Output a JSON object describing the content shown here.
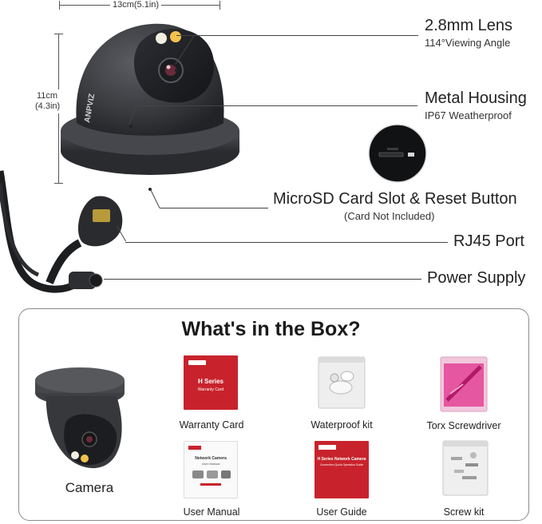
{
  "dimensions": {
    "width_label": "13cm(5.1in)",
    "height_label_cm": "11cm",
    "height_label_in": "(4.3in)"
  },
  "features": [
    {
      "title": "2.8mm Lens",
      "subtitle": "114°Viewing Angle"
    },
    {
      "title": "Metal Housing",
      "subtitle": "IP67 Weatherproof"
    },
    {
      "title": "MicroSD Card Slot & Reset Button",
      "subtitle": "(Card Not Included)"
    },
    {
      "title": "RJ45 Port",
      "subtitle": ""
    },
    {
      "title": "Power Supply",
      "subtitle": ""
    }
  ],
  "box": {
    "title": "What's in the Box?",
    "camera_label": "Camera",
    "items": [
      {
        "label": "Warranty Card",
        "icon": "warranty-card",
        "print_title": "H Series",
        "print_sub": "Warranty Card"
      },
      {
        "label": "Waterproof kit",
        "icon": "waterproof-kit-bag"
      },
      {
        "label": "Torx Screwdriver",
        "icon": "torx-screwdriver-bag"
      },
      {
        "label": "User Manual",
        "icon": "user-manual",
        "print_title": "Network Camera",
        "print_sub": "User Manual"
      },
      {
        "label": "User Guide",
        "icon": "user-guide",
        "print_title": "H Series Network Camera",
        "print_sub": "Connection Quick Operation Guide"
      },
      {
        "label": "Screw kit",
        "icon": "screw-kit-bag"
      }
    ]
  },
  "colors": {
    "camera_body": "#3b3d41",
    "camera_dark": "#26282b",
    "brand_red": "#c8232c",
    "bag_pink": "#e0318c",
    "panel_border": "#8a8a8a"
  },
  "brand_text": "ANPVIZ"
}
